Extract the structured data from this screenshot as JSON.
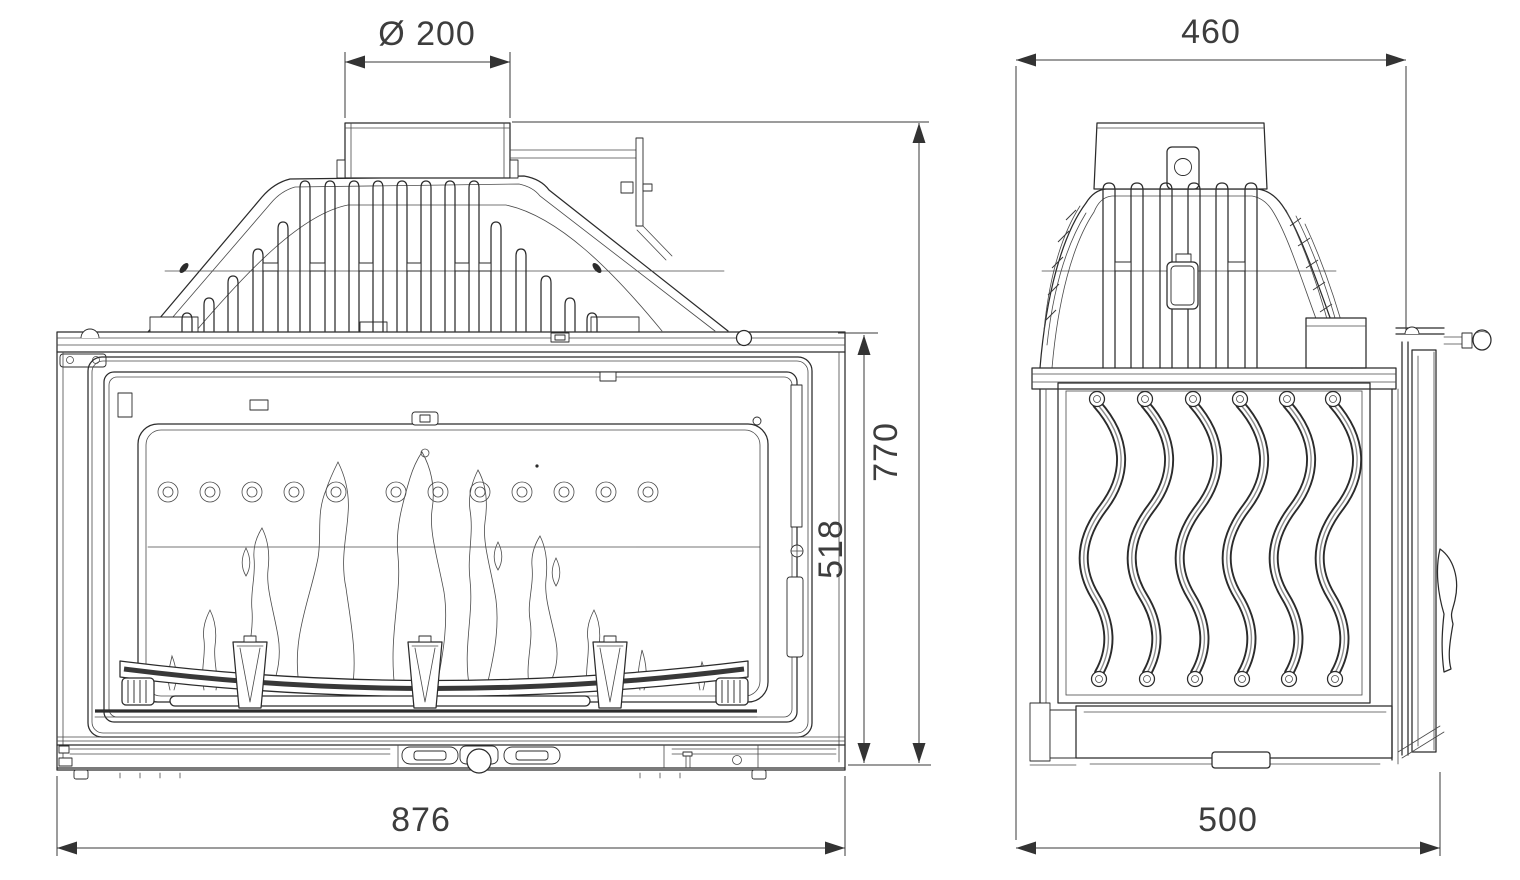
{
  "canvas": {
    "background": "#ffffff",
    "line_color": "#2b2b2b",
    "dimension_color": "#3a3a3a"
  },
  "drawing": {
    "dimensions": {
      "flue_diameter": "Ø 200",
      "top_depth": "460",
      "overall_height": "770",
      "firebox_height": "518",
      "overall_width": "876",
      "overall_depth": "500"
    }
  }
}
